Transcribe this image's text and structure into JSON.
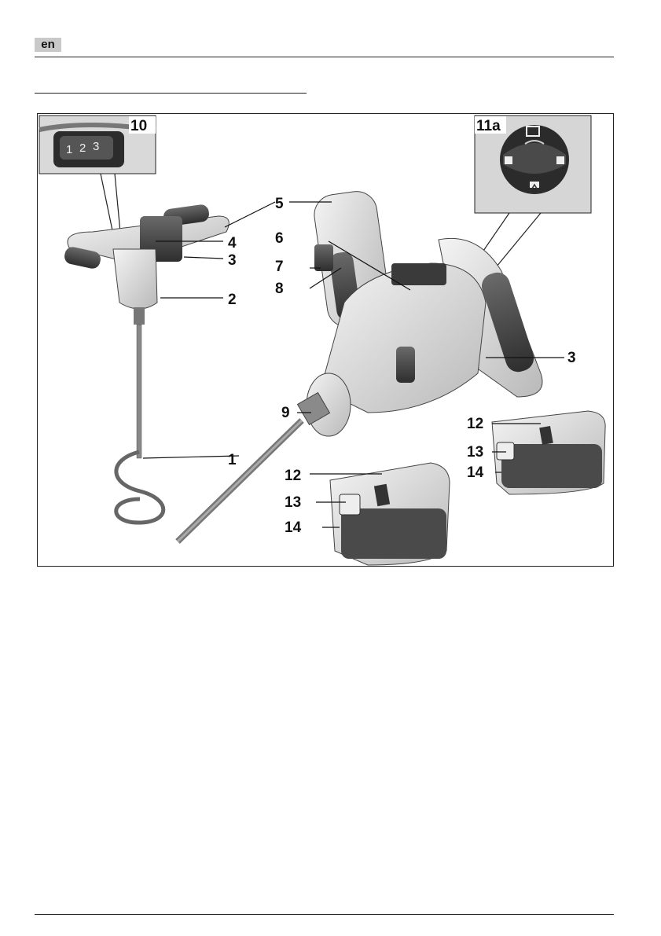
{
  "header": {
    "language_tag": "en"
  },
  "figure": {
    "inset_labels": [
      "10",
      "11a"
    ],
    "speed_dial_digits": [
      "1",
      "2",
      "3"
    ],
    "callouts": [
      "1",
      "2",
      "3",
      "4",
      "5",
      "6",
      "7",
      "8",
      "9",
      "3",
      "12",
      "13",
      "14",
      "12",
      "13",
      "14"
    ]
  }
}
